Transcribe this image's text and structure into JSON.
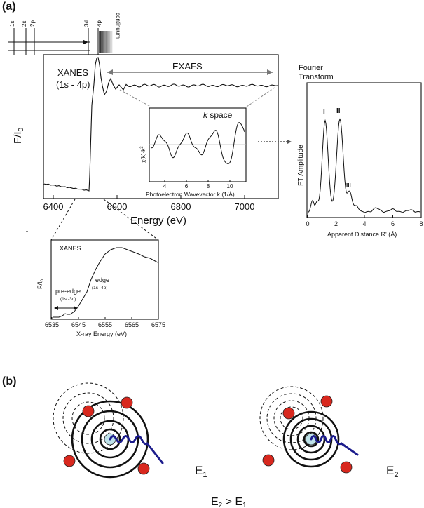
{
  "panel_labels": {
    "a": "(a)",
    "b": "(b)"
  },
  "level_diagram": {
    "levels": [
      "1s",
      "2s",
      "2p",
      "3d",
      "4p"
    ],
    "continuum_label": "continuum"
  },
  "main_spectrum": {
    "y_label_html": "F/I0",
    "y_label_main": "F/I",
    "y_label_sub": "0",
    "x_label": "Energy (eV)",
    "x_ticks": [
      "6400",
      "6600",
      "6800",
      "7000"
    ],
    "xanes_label_line1": "XANES",
    "xanes_label_line2": "(1s - 4p)",
    "exafs_label": "EXAFS"
  },
  "kspace_inset": {
    "title_k": "k",
    "title_rest": " space",
    "y_label_main": "χ(k)·k",
    "y_label_sup": "3",
    "x_label": "Photoelectron Wavevector k (1/Å)",
    "x_ticks": [
      "4",
      "6",
      "8",
      "10"
    ]
  },
  "fourier_transform": {
    "title_line1": "Fourier",
    "title_line2": "Transform",
    "y_label": "FT Amplitude",
    "x_label": "Apparent Distance R' (Å)",
    "x_ticks": [
      "0",
      "2",
      "4",
      "6",
      "8"
    ],
    "peak_labels": [
      "I",
      "II",
      "III"
    ]
  },
  "xanes_zoom": {
    "title": "XANES",
    "y_label_main": "F/I",
    "y_label_sub": "0",
    "x_label": "X-ray Energy (eV)",
    "x_ticks": [
      "6535",
      "6545",
      "6555",
      "6565",
      "6575"
    ],
    "pre_edge_line1": "pre-edge",
    "pre_edge_line2": "(1s -3d)",
    "edge_line1": "edge",
    "edge_line2": "(1s -4p)"
  },
  "scattering": {
    "left_label_main": "E",
    "left_label_sub": "1",
    "right_label_main": "E",
    "right_label_sub": "2",
    "relation_html": "E2 > E1",
    "relation_e_a": "E",
    "relation_sub_a": "2",
    "relation_op": " > ",
    "relation_e_b": "E",
    "relation_sub_b": "1"
  },
  "colors": {
    "atom_red": "#d8281e",
    "absorber_cyan": "#bfe3ea",
    "photon_wave": "#1c1c8c",
    "line": "#111111"
  }
}
